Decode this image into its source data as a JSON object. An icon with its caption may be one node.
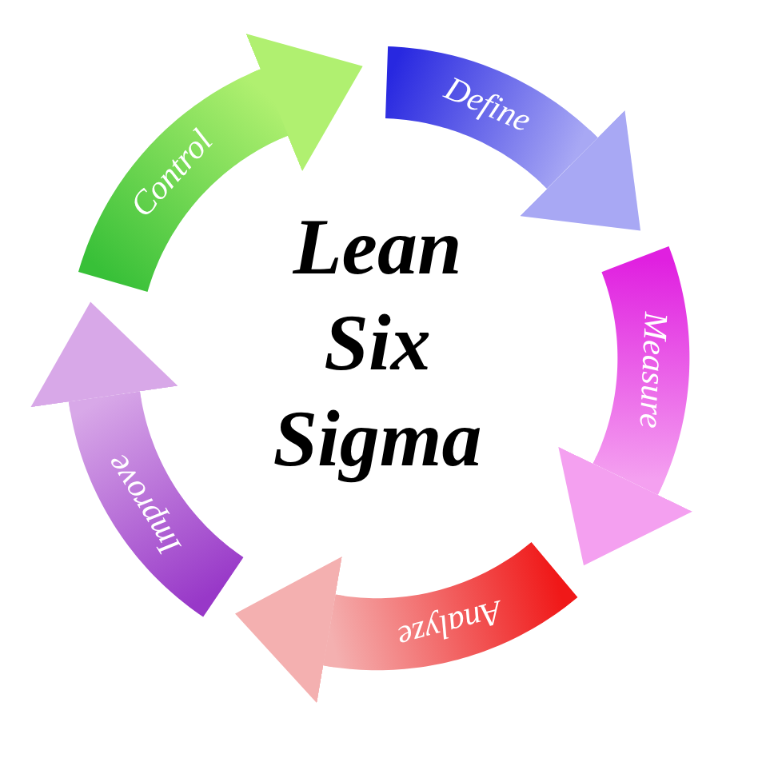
{
  "diagram": {
    "title": "Lean Six Sigma",
    "nodes": [
      {
        "text": [
          "Define"
        ]
      },
      {
        "text": [
          "Measure"
        ]
      },
      {
        "text": [
          "Analyze"
        ]
      },
      {
        "text": [
          "Improve"
        ]
      },
      {
        "text": [
          "Control"
        ]
      }
    ],
    "edges": [
      {
        "from": 0,
        "to": 1,
        "arrow": "to",
        "color": "#a8a8f4"
      },
      {
        "from": 1,
        "to": 2,
        "arrow": "to",
        "color": "#f4a0f0"
      },
      {
        "from": 2,
        "to": 3,
        "arrow": "to",
        "color": "#f4b0b0"
      },
      {
        "from": 3,
        "to": 4,
        "arrow": "to",
        "color": "#d8a8e8"
      },
      {
        "from": 4,
        "to": 0,
        "arrow": "to",
        "color": "#b0f070"
      }
    ]
  }
}
